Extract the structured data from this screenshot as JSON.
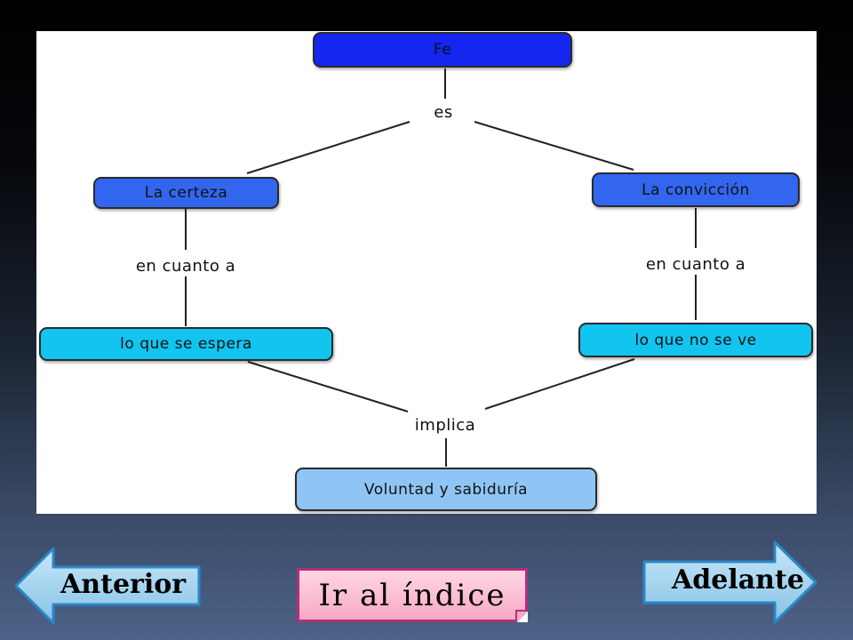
{
  "diagram": {
    "nodes": {
      "fe": "Fe",
      "certeza": "La certeza",
      "conviccion": "La convicción",
      "espera": "lo que se espera",
      "no_se_ve": "lo que no se ve",
      "voluntad": "Voluntad y sabiduría"
    },
    "links": {
      "es": "es",
      "en_cuanto_a_left": "en cuanto a",
      "en_cuanto_a_right": "en cuanto a",
      "implica": "implica"
    },
    "colors": {
      "level1": "#1426f0",
      "level2": "#3366ee",
      "level3": "#12c4f0",
      "level4": "#8ec5f5",
      "lines": "#222222"
    }
  },
  "navigation": {
    "prev_label": "Anterior",
    "next_label": "Adelante",
    "index_label": "Ir al índice",
    "arrow_color": "#9fd0ec",
    "arrow_border": "#2a88c8"
  }
}
